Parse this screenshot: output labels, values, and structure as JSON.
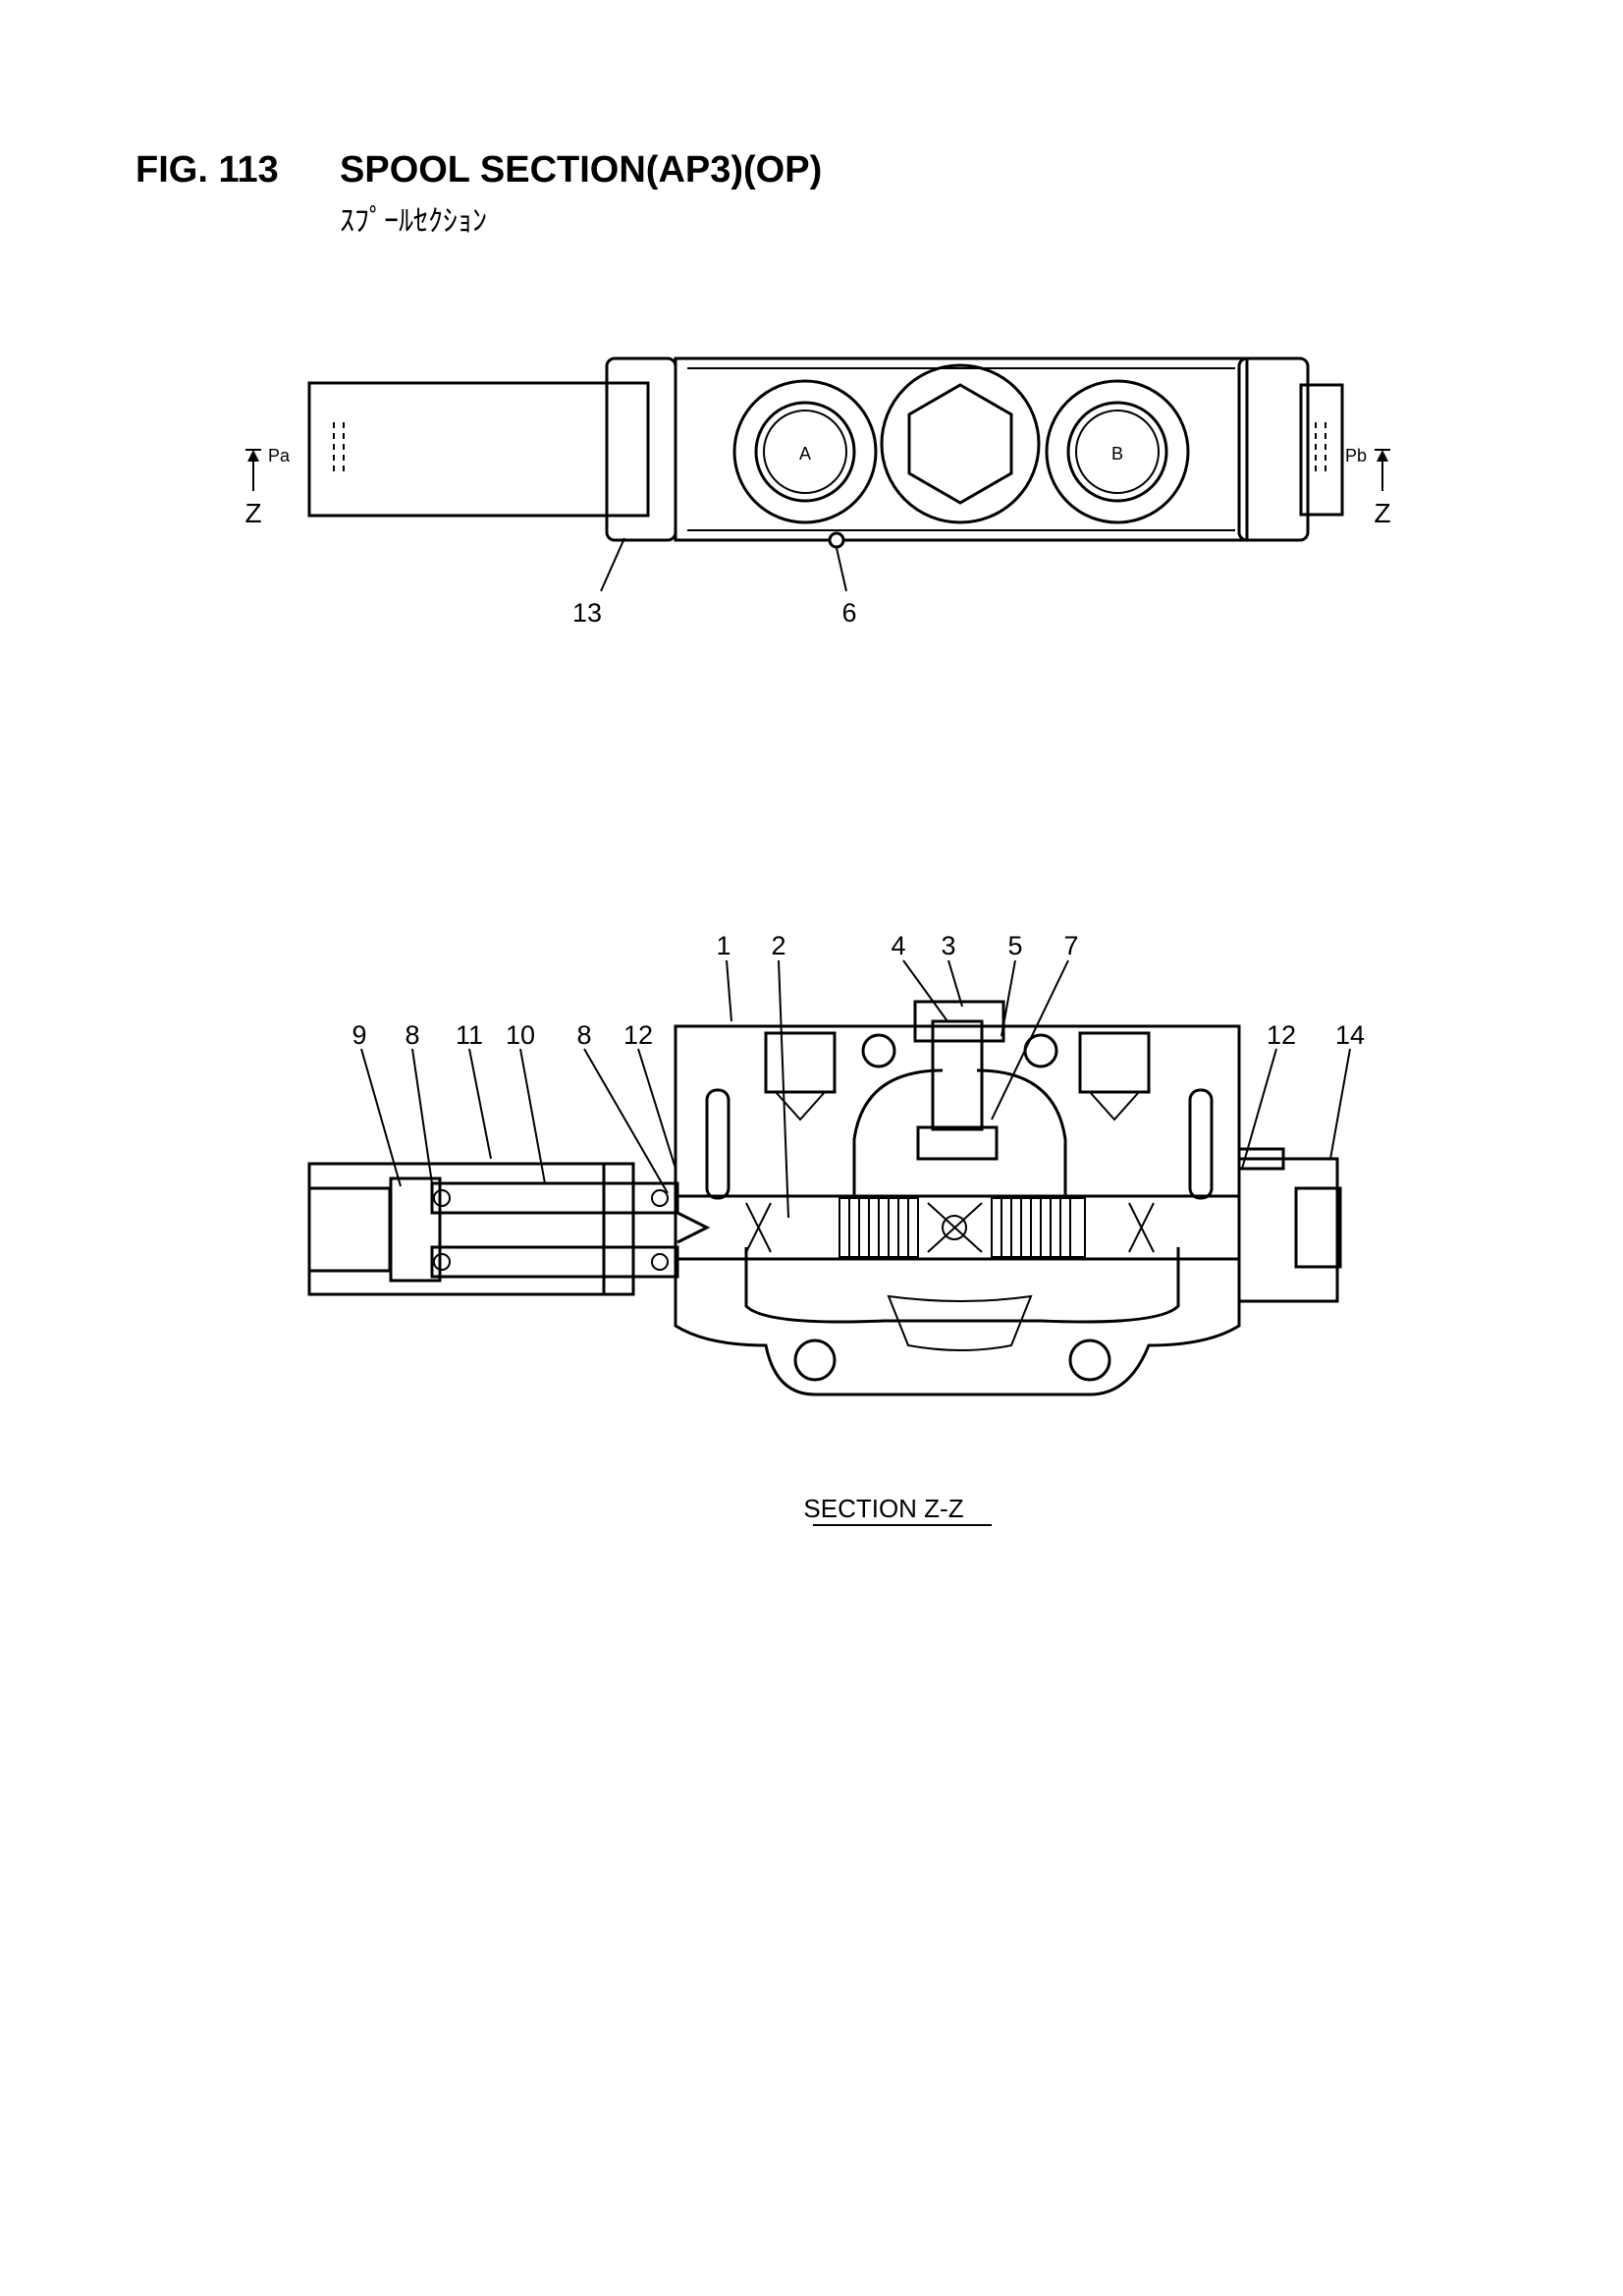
{
  "figure": {
    "number": "FIG. 113",
    "title": "SPOOL SECTION(AP3)(OP)",
    "subtitle": "ｽﾌﾟｰﾙｾｸｼｮﾝ"
  },
  "top_view": {
    "port_a": "A",
    "port_b": "B",
    "pilot_left": "Pa",
    "pilot_right": "Pb",
    "section_mark_left": "Z",
    "section_mark_right": "Z",
    "callouts": [
      "13",
      "6"
    ]
  },
  "section_view": {
    "label": "SECTION Z-Z",
    "callouts": [
      "1",
      "2",
      "4",
      "3",
      "5",
      "7",
      "9",
      "8",
      "11",
      "10",
      "8",
      "12",
      "12",
      "14"
    ]
  }
}
